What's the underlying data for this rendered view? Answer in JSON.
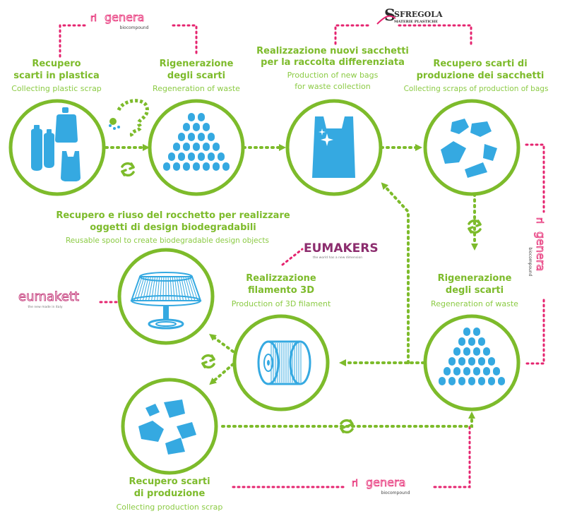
{
  "colors": {
    "green": "#7dbb2b",
    "green_light": "#8ccb45",
    "blue": "#35a9e1",
    "magenta": "#e5246f",
    "dark": "#2a2a2a"
  },
  "labels": {
    "plastic_scrap": {
      "bold": [
        "Recupero",
        "scarti in plastica"
      ],
      "light": [
        "Collecting plastic scrap"
      ]
    },
    "regeneration_top": {
      "bold": [
        "Rigenerazione",
        "degli scarti"
      ],
      "light": [
        "Regeneration of waste"
      ]
    },
    "new_bags": {
      "bold": [
        "Realizzazione nuovi sacchetti",
        "per la raccolta differenziata"
      ],
      "light": [
        "Production of new bags",
        "for waste collection"
      ]
    },
    "bag_scraps": {
      "bold": [
        "Recupero scarti di",
        "produzione dei sacchetti"
      ],
      "light": [
        "Collecting scraps of production of bags"
      ]
    },
    "spool_reuse": {
      "bold": [
        "Recupero e riuso del rocchetto per realizzare",
        "oggetti di design biodegradabili"
      ],
      "light": [
        "Reusable spool to create biodegradable design objects"
      ]
    },
    "filament": {
      "bold": [
        "Realizzazione",
        "filamento 3D"
      ],
      "light": [
        "Production of 3D filament"
      ]
    },
    "regeneration_right": {
      "bold": [
        "Rigenerazione",
        "degli scarti"
      ],
      "light": [
        "Regeneration of waste"
      ]
    },
    "production_scrap": {
      "bold": [
        "Recupero scarti",
        "di produzione"
      ],
      "light": [
        "Collecting production scrap"
      ]
    }
  },
  "logos": {
    "genera": {
      "name": "genera",
      "sub": "biocompound"
    },
    "sfregola": {
      "name": "SFREGOLA",
      "sub": "MATERIE PLASTICHE"
    },
    "eumakers": {
      "name": "EUMAKERS",
      "sub": "the world has a new dimension"
    },
    "eumakett": {
      "name": "eumakett",
      "sub": "the new made in italy"
    }
  }
}
